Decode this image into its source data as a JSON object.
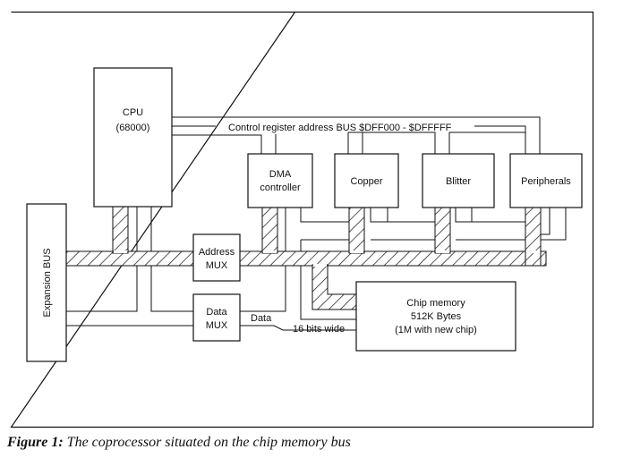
{
  "figure": {
    "caption_label": "Figure 1:",
    "caption_text": "The coprocessor situated on the chip memory bus"
  },
  "blocks": {
    "cpu": {
      "line1": "CPU",
      "line2": "(68000)"
    },
    "dma": {
      "line1": "DMA",
      "line2": "controller"
    },
    "copper": {
      "line1": "Copper"
    },
    "blitter": {
      "line1": "Blitter"
    },
    "peripherals": {
      "line1": "Peripherals"
    },
    "address_mux": {
      "line1": "Address",
      "line2": "MUX"
    },
    "data_mux": {
      "line1": "Data",
      "line2": "MUX"
    },
    "expansion_bus": {
      "line1": "Expansion BUS"
    },
    "chip_memory": {
      "line1": "Chip memory",
      "line2": "512K Bytes",
      "line3": "(1M with new chip)"
    }
  },
  "labels": {
    "control_bus": "Control register address BUS $DFF000 - $DFFFFF",
    "data": "Data",
    "width": "16 bits wide"
  },
  "colors": {
    "ink": "#111111",
    "paper": "#ffffff"
  }
}
